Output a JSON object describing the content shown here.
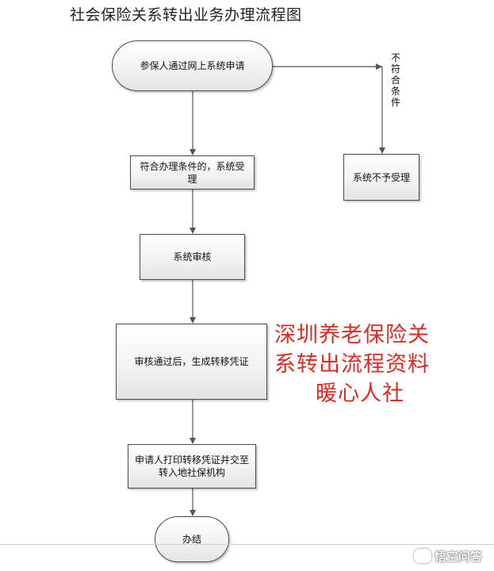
{
  "title": "社会保险关系转出业务办理流程图",
  "nodes": {
    "start": "参保人通过网上系统申请",
    "accept": "符合办理条件的，系统受理",
    "reject": "系统不予受理",
    "review": "系统审核",
    "voucher": "审核通过后，生成转移凭证",
    "print": "申请人打印转移凭证并交至转入地社保机构",
    "end": "办结"
  },
  "edge_labels": {
    "not_qualified": "不符合条件"
  },
  "watermark": {
    "line1": "深圳养老保险关",
    "line2": "系转出流程资料",
    "line3": "暖心人社"
  },
  "brand": {
    "text": "悟空问答",
    "icon": "speech-bubble-icon"
  },
  "colors": {
    "watermark": "#e02a22",
    "node_border": "#4a4a4a",
    "edge": "#555555"
  }
}
